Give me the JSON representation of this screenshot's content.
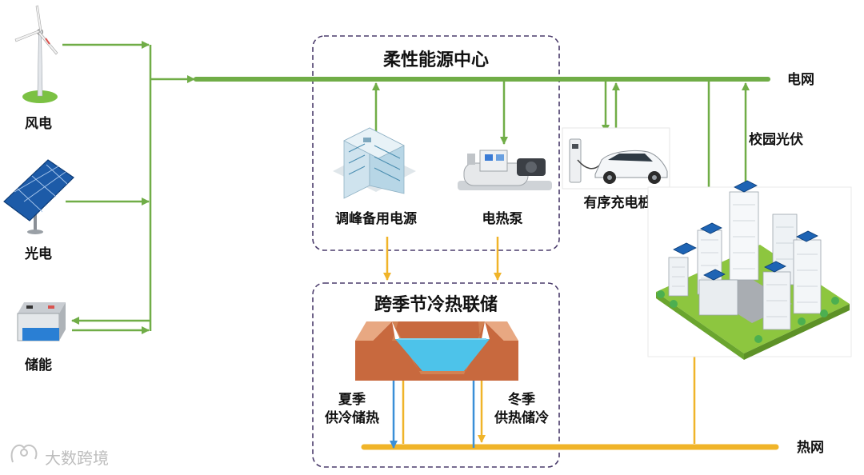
{
  "labels": {
    "wind": "风电",
    "solar": "光电",
    "storage": "储能",
    "flex_center": "柔性能源中心",
    "peak_backup": "调峰备用电源",
    "heat_pump": "电热泵",
    "charging": "有序充电桩",
    "grid": "电网",
    "campus_pv": "校园光伏",
    "seasonal_storage": "跨季节冷热联储",
    "summer_line1": "夏季",
    "summer_line2": "供冷储热",
    "winter_line1": "冬季",
    "winter_line2": "供热储冷",
    "heat_net": "热网",
    "watermark": "大数跨境"
  },
  "colors": {
    "power": "#70ad47",
    "heat": "#f0b429",
    "cold": "#3a8fd8",
    "dashed_box": "#4a3b6b",
    "soil_top": "#e8a882",
    "soil": "#c8693e",
    "water": "#4dc3ea"
  },
  "icons": {
    "wind": "wind-turbine-icon",
    "solar": "solar-panel-icon",
    "storage": "battery-icon",
    "peak_backup": "power-building-icon",
    "heat_pump": "heat-pump-machine-icon",
    "charging": "ev-charger-icon",
    "campus": "campus-buildings-icon",
    "watermark": "watermark-logo-icon"
  }
}
